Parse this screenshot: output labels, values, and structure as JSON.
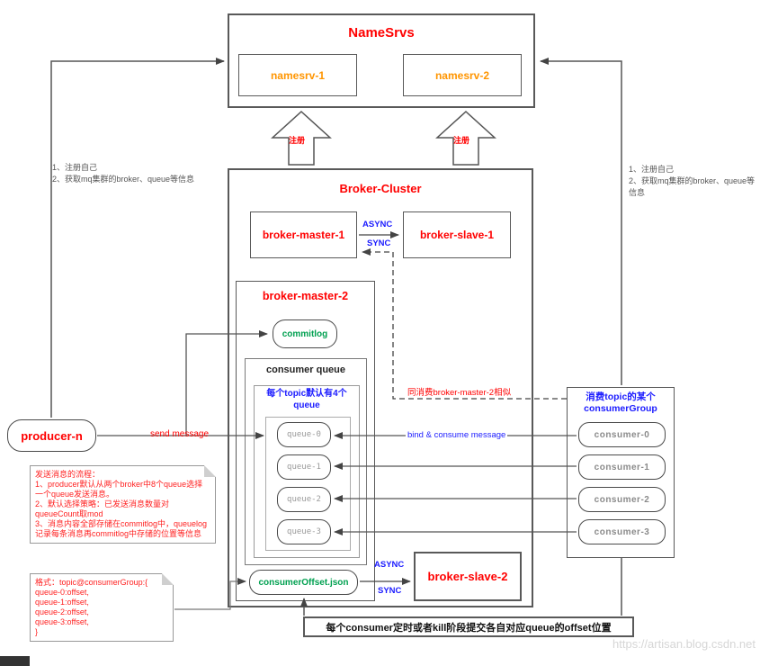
{
  "colors": {
    "title_red": "#ff0000",
    "namesrv_orange": "#ff9500",
    "accent_blue": "#1b1bff",
    "file_green": "#00a050",
    "muted_gray": "#9a9a9a",
    "wire_gray": "#4a4a4a"
  },
  "namesrvs": {
    "title": "NameSrvs",
    "nodes": [
      {
        "label": "namesrv-1"
      },
      {
        "label": "namesrv-2"
      }
    ],
    "register_label": "注册"
  },
  "side_notes": {
    "left": "1、注册自己\n2、获取mq集群的broker、queue等信息",
    "right": "1、注册自己\n2、获取mq集群的broker、queue等信息"
  },
  "broker_cluster": {
    "title": "Broker-Cluster",
    "master1": "broker-master-1",
    "slave1": "broker-slave-1",
    "async_label": "ASYNC",
    "sync_label": "SYNC",
    "similar_note": "同消费broker-master-2相似",
    "master2": {
      "title": "broker-master-2",
      "commitlog": "commitlog",
      "consumer_queue_title": "consumer queue",
      "topic_note": "每个topic默认有4个\nqueue",
      "queues": [
        "queue-0",
        "queue-1",
        "queue-2",
        "queue-3"
      ],
      "consumer_offset": "consumerOffset.json"
    },
    "slave2": "broker-slave-2",
    "async2_label": "ASYNC",
    "sync2_label": "SYNC"
  },
  "producer": {
    "label": "producer-n",
    "send_label": "send message"
  },
  "consumer_group": {
    "title": "消费topic的某个\nconsumerGroup",
    "consumers": [
      "consumer-0",
      "consumer-1",
      "consumer-2",
      "consumer-3"
    ],
    "bind_label": "bind & consume message"
  },
  "notes": {
    "send_flow": "发送消息的流程：\n1、producer默认从两个broker中8个queue选择一个queue发送消息。\n2、默认选择策略：已发送消息数量对queueCount取mod\n3、消息内容全部存储在commitlog中，queuelog记录每条消息再commitlog中存储的位置等信息",
    "offset_format": "格式：topic@consumerGroup:{\nqueue-0:offset,\nqueue-1:offset,\nqueue-2:offset,\nqueue-3:offset,\n}"
  },
  "bottom_note": "每个consumer定时或者kill阶段提交各自对应queue的offset位置",
  "watermark": "https://artisan.blog.csdn.net"
}
